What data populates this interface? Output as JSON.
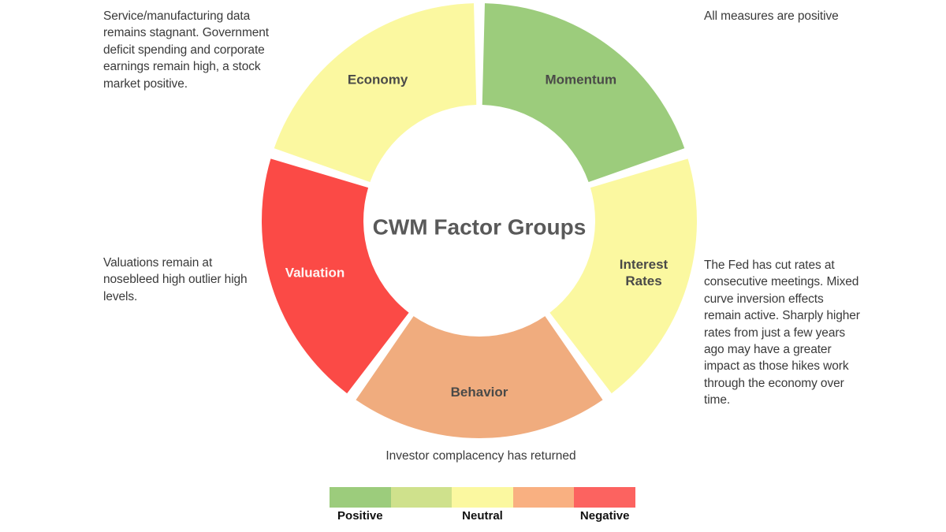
{
  "center_title": "CWM Factor Groups",
  "notes": {
    "economy": "Service/manufacturing data remains stagnant. Government deficit spending and corporate earnings remain high, a stock market positive.",
    "momentum": "All measures are positive",
    "interest_rates": "The Fed has cut rates at consecutive meetings. Mixed curve inversion effects remain active. Sharply higher rates from just a few years ago may have a greater impact as those hikes work through the economy over time.",
    "valuation": "Valuations remain at nosebleed high outlier high levels.",
    "behavior": "Investor complacency has returned"
  },
  "legend": {
    "labels": {
      "positive": "Positive",
      "neutral": "Neutral",
      "negative": "Negative"
    },
    "swatches": [
      "#9ccc7c",
      "#cfe18c",
      "#fbf8a0",
      "#f9b081",
      "#fc6360"
    ]
  },
  "chart_data": {
    "type": "pie",
    "title": "CWM Factor Groups",
    "variant": "donut",
    "legend_position": "bottom",
    "grid": false,
    "categories": [
      "Momentum",
      "Interest Rates",
      "Behavior",
      "Valuation",
      "Economy"
    ],
    "values": [
      20,
      20,
      20,
      20,
      20
    ],
    "colors": [
      "#9ccc7c",
      "#fbf8a0",
      "#f0ac7e",
      "#fb4a46",
      "#fbf8a0"
    ],
    "label_colors": [
      "#4a4a48",
      "#4a4a48",
      "#4a4a48",
      "#fdf4f3",
      "#4a4a48"
    ],
    "ratings": [
      "Positive",
      "Neutral",
      "Neutral",
      "Negative",
      "Neutral"
    ],
    "start_angle_deg": 0,
    "segments": [
      {
        "name": "Momentum",
        "label_lines": [
          "Momentum"
        ],
        "start_deg": 0,
        "end_deg": 72,
        "color": "#9ccc7c",
        "rating": "Positive"
      },
      {
        "name": "Interest Rates",
        "label_lines": [
          "Interest",
          "Rates"
        ],
        "start_deg": 72,
        "end_deg": 144,
        "color": "#fbf8a0",
        "rating": "Neutral"
      },
      {
        "name": "Behavior",
        "label_lines": [
          "Behavior"
        ],
        "start_deg": 144,
        "end_deg": 216,
        "color": "#f0ac7e",
        "rating": "Neutral"
      },
      {
        "name": "Valuation",
        "label_lines": [
          "Valuation"
        ],
        "start_deg": 216,
        "end_deg": 288,
        "color": "#fb4a46",
        "rating": "Negative"
      },
      {
        "name": "Economy",
        "label_lines": [
          "Economy"
        ],
        "start_deg": 288,
        "end_deg": 360,
        "color": "#fbf8a0",
        "rating": "Neutral"
      }
    ]
  }
}
